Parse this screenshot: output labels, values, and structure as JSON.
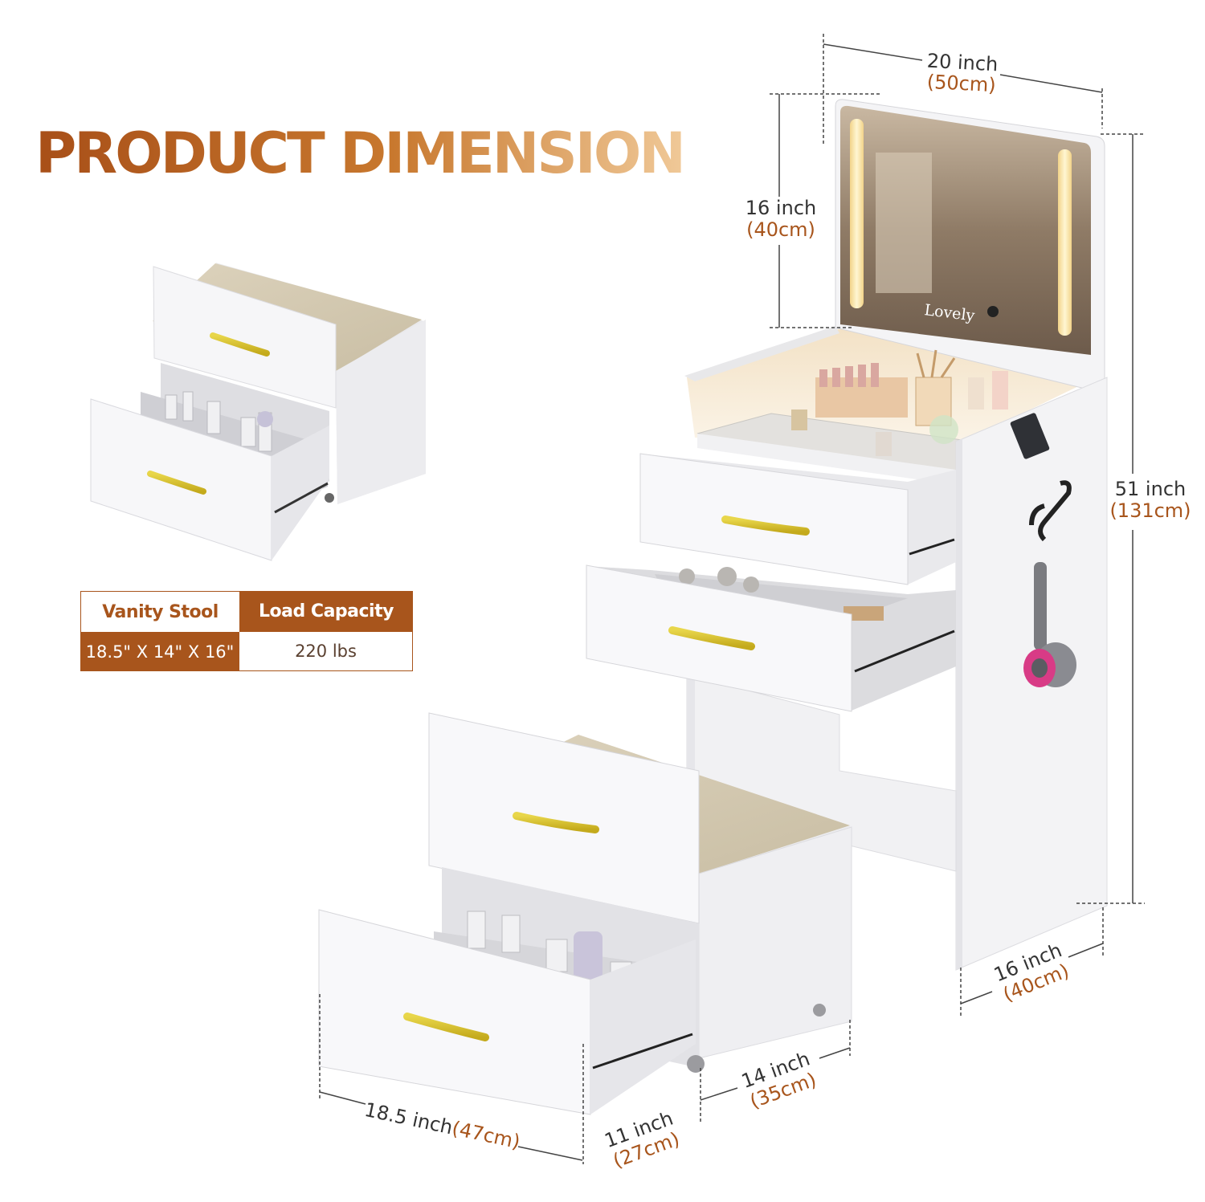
{
  "title": "PRODUCT DIMENSION",
  "spec_table": {
    "headers": [
      "Vanity Stool",
      "Load Capacity"
    ],
    "values": [
      "18.5\" X 14\" X 16\"",
      "220 lbs"
    ]
  },
  "dimensions": {
    "mirror_width": {
      "inch": "20 inch",
      "cm": "(50cm)"
    },
    "mirror_height": {
      "inch": "16 inch",
      "cm": "(40cm)"
    },
    "total_height": {
      "inch": "51 inch",
      "cm": "(131cm)"
    },
    "vanity_depth": {
      "inch": "16 inch",
      "cm": "(40cm)"
    },
    "stool_depth": {
      "inch": "14 inch",
      "cm": "(35cm)"
    },
    "stool_width": {
      "inch": "18.5 inch",
      "cm": "(47cm)"
    },
    "stool_height": {
      "inch": "11 inch",
      "cm": "(27cm)"
    }
  },
  "mirror_logo": "Lovely",
  "colors": {
    "accent": "#a8551c",
    "handle": "#d7c02a",
    "cushion": "#d6ccb4",
    "furniture": "#f4f4f6"
  }
}
